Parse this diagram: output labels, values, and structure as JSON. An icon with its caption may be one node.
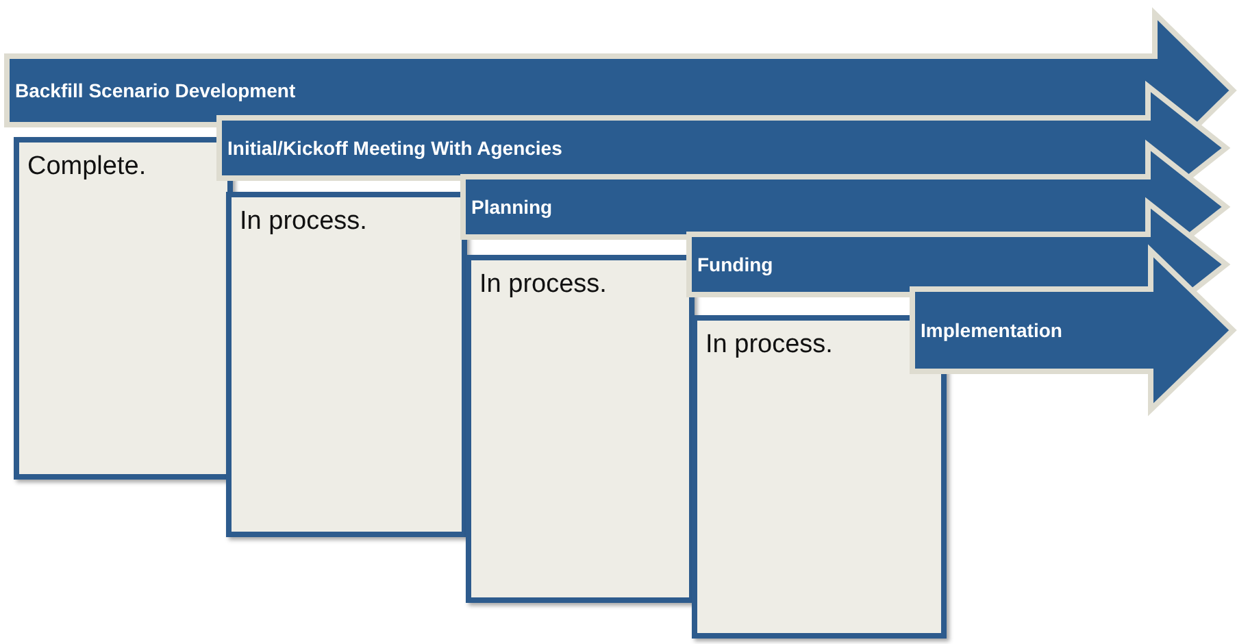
{
  "diagram": {
    "nodes": [
      {
        "text": [
          "Backfill Scenario Development"
        ]
      },
      {
        "text": [
          "Complete."
        ]
      },
      {
        "text": [
          "Initial/Kickoff Meeting With Agencies"
        ]
      },
      {
        "text": [
          "In process."
        ]
      },
      {
        "text": [
          "Planning"
        ]
      },
      {
        "text": [
          "In process."
        ]
      },
      {
        "text": [
          "Funding"
        ]
      },
      {
        "text": [
          "In process."
        ]
      },
      {
        "text": [
          "Implementation"
        ]
      }
    ]
  }
}
